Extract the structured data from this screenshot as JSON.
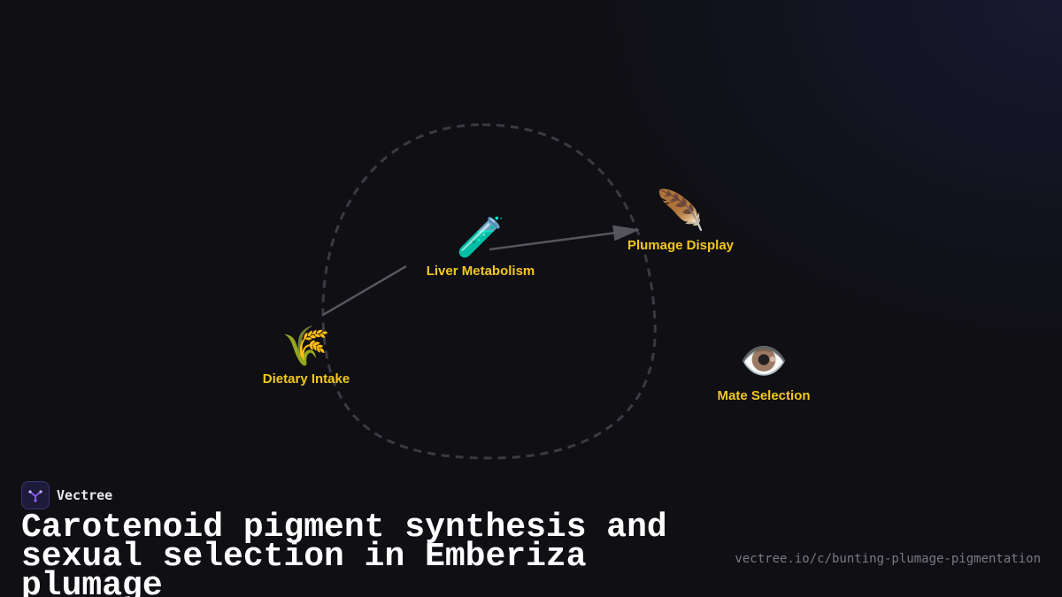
{
  "brand": {
    "name": "Vectree",
    "logo_icon": "vectree-branch-logo-icon",
    "logo_color": "#8b5cf6"
  },
  "title": "Carotenoid pigment synthesis and sexual selection in Emberiza plumage",
  "url": "vectree.io/c/bunting-plumage-pigmentation",
  "colors": {
    "background": "#0f0f14",
    "label": "#f2c81e",
    "edge": "#55555d",
    "loop": "#3a3a42"
  },
  "nodes": {
    "dietary": {
      "label": "Dietary Intake",
      "icon": "wheat-icon",
      "glyph": "🌾"
    },
    "liver": {
      "label": "Liver Metabolism",
      "icon": "test-tube-icon",
      "glyph": "🧪"
    },
    "plumage": {
      "label": "Plumage Display",
      "icon": "feather-icon",
      "glyph": "🪶"
    },
    "mate": {
      "label": "Mate Selection",
      "icon": "eye-icon",
      "glyph": "👁️"
    }
  }
}
